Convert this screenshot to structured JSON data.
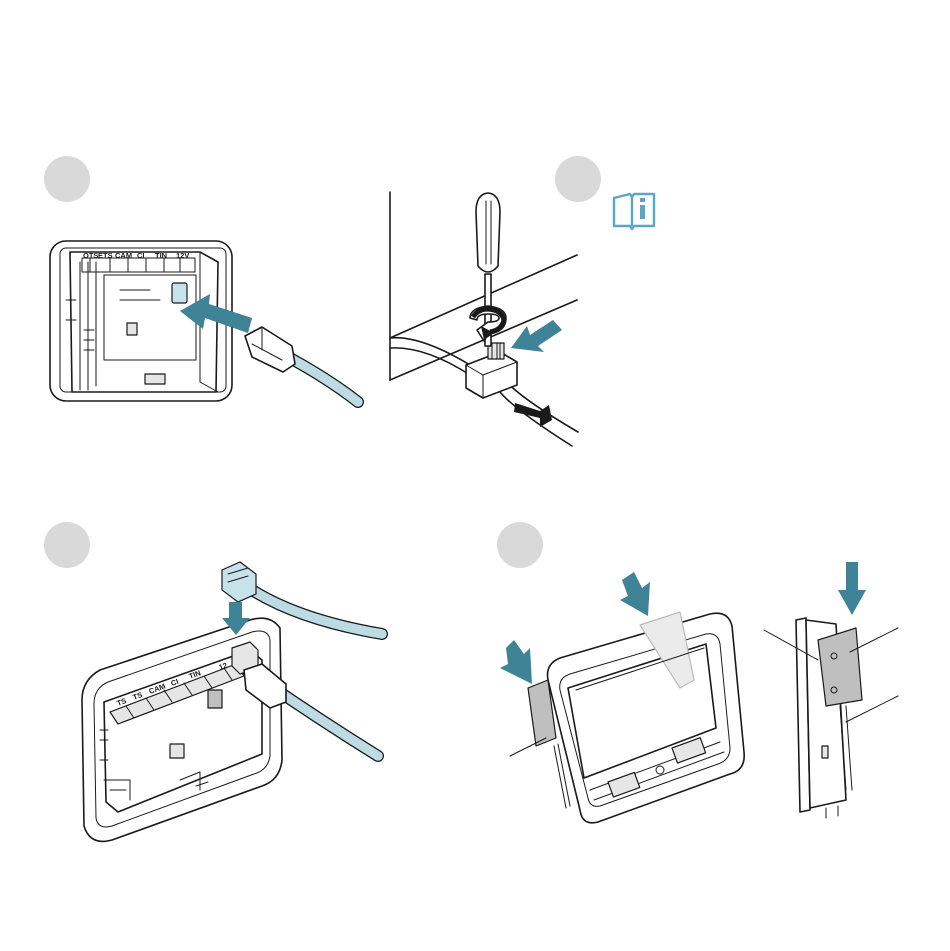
{
  "panel1": {
    "terminal_labels": [
      "OTS",
      "ETS",
      "CAM",
      "CI",
      "TIN",
      "12V"
    ]
  },
  "panel3": {
    "terminal_labels": [
      "TS",
      "TS",
      "CAM",
      "CI",
      "TIN",
      "12"
    ]
  },
  "icons": {
    "manual": "book-info-icon",
    "rotate": "rotate-arrow-icon",
    "push": "push-arrow-icon"
  },
  "colors": {
    "arrow": "#3f8396",
    "step_circle": "#d9d9d9",
    "manual_icon": "#5aa7c4",
    "cable_highlight": "#bcdbe3"
  }
}
